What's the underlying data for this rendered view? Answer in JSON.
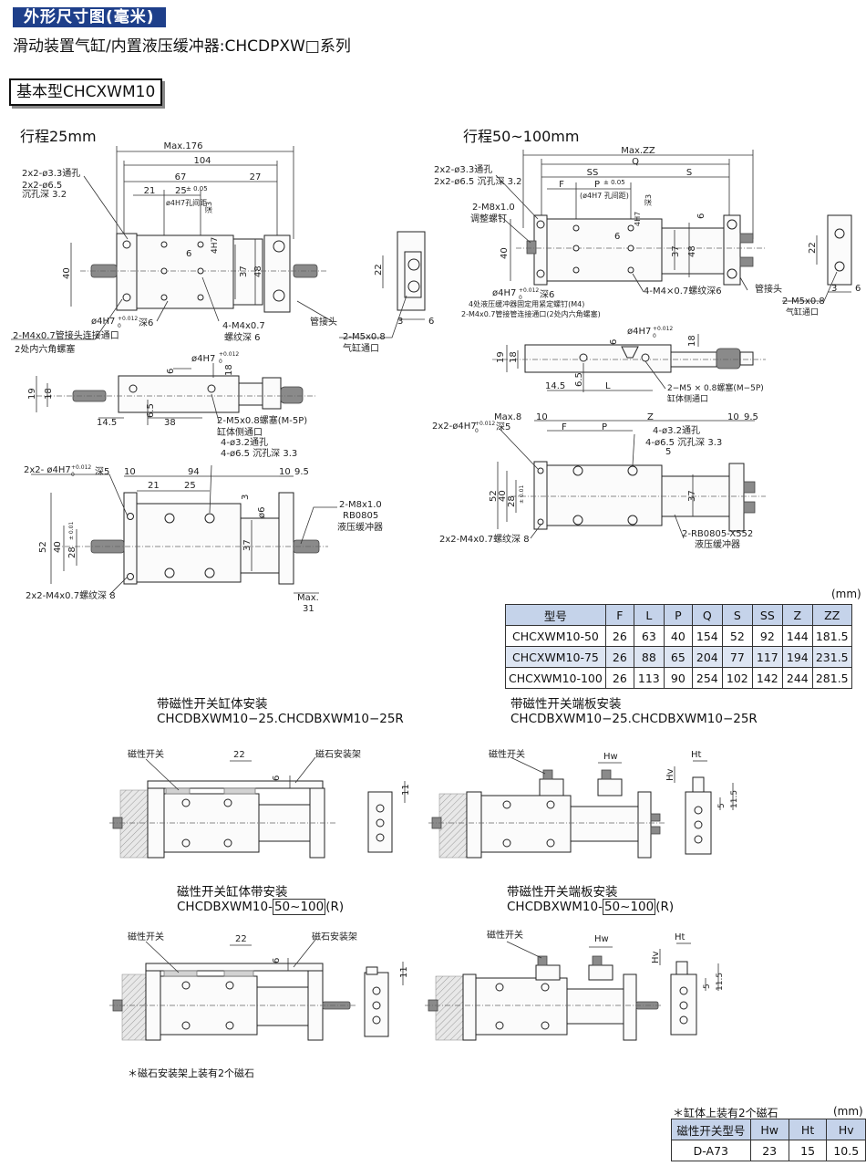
{
  "header": {
    "badge": "外形尺寸图(毫米)",
    "subtitle": "滑动装置气缸/内置液压缓冲器:CHCDPXW□系列",
    "section": "基本型CHCXWM10"
  },
  "stroke25": {
    "title": "行程25mm",
    "top_view": {
      "max_label": "Max.176",
      "d104": "104",
      "d67": "67",
      "d27": "27",
      "d21": "21",
      "d25": "25",
      "tol005": "± 0.05",
      "hole_note": "ø4H7孔间距",
      "depth3": "深3",
      "h4h7": "4H7",
      "d6": "6",
      "d40": "40",
      "d37": "37",
      "d48": "48",
      "thru_a": "2x2-ø3.3通孔",
      "thru_b": "2x2-ø6.5",
      "thru_c": "沉孔深 3.2",
      "dowel": "ø4H7",
      "dowel_tol": "+0.012",
      "dowel_zero": "0",
      "dowel_depth": "深6",
      "port_a": "2-M4x0.7管接头连接通口",
      "port_b": "2处内六角螺塞",
      "thread_a": "4-M4x0.7",
      "thread_b": "螺纹深 6",
      "fitting": "管接头",
      "port_m5a": "2-M5x0.8",
      "port_m5b": "气缸通口",
      "d22": "22",
      "d3": "3"
    },
    "side_view": {
      "dowel": "ø4H7",
      "tol": "+0.012",
      "zero": "0",
      "d6": "6",
      "d18": "18",
      "d19": "19",
      "d6_5": "6.5",
      "d14_5": "14.5",
      "d38": "38",
      "m5a": "2-M5x0.8螺塞(M-5P)",
      "m5b": "缸体侧通口"
    },
    "front_view": {
      "dowel": "2x2- ø4H7",
      "tol": "+0.012",
      "zero": "0",
      "depth5": "深5",
      "d10": "10",
      "d94": "94",
      "d10b": "10",
      "d9_5": "9.5",
      "d21": "21",
      "d25": "25",
      "thru_a": "4-ø3.2通孔",
      "thru_b": "4-ø6.5 沉孔深 3.3",
      "d3": "3",
      "d6": "ø6",
      "d52": "52",
      "d40": "40",
      "d28": "28",
      "d28tol": "± 0.01",
      "d37": "37",
      "m8a": "2-M8x1.0",
      "m8b": "RB0805",
      "m8c": "液压缓冲器",
      "thread": "2x2-M4x0.7螺纹深 8",
      "max": "Max.",
      "d31": "31"
    }
  },
  "stroke50": {
    "title": "行程50~100mm",
    "top_view": {
      "max_label": "Max.ZZ",
      "q": "Q",
      "ss": "SS",
      "s": "S",
      "f": "F",
      "p": "P",
      "tol005": "± 0.05",
      "hole_note": "(ø4H7 孔间距)",
      "h4h7": "4H7",
      "depth3": "深3",
      "thru_a": "2x2-ø3.3通孔",
      "thru_b": "2x2-ø6.5 沉孔深 3.2",
      "m8a": "2-M8x1.0",
      "m8b": "调整螺钉",
      "d6": "6",
      "d40": "40",
      "d37": "37",
      "d48": "48",
      "d6b": "6",
      "dowel": "ø4H7",
      "tol": "+0.012",
      "zero": "0",
      "depth6": "深6",
      "note_a": "4处液压缓冲器固定用紧定螺钉(M4)",
      "note_b": "2-M4x0.7管接管连接通口(2处内六角螺塞)",
      "thread": "4-M4×0.7螺纹深6",
      "fitting": "管接头",
      "d22": "22",
      "port_m5a": "2-M5x0.8",
      "port_m5b": "气缸通口",
      "d3": "3",
      "d6c": "6"
    },
    "side_view": {
      "dowel": "ø4H7",
      "tol": "+0.012",
      "zero": "0",
      "d6": "6",
      "d18": "18",
      "d19": "19",
      "d18b": "18",
      "d6_5": "6.5",
      "d14_5": "14.5",
      "l": "L",
      "m5a": "2−M5 × 0.8螺塞(M−5P)",
      "m5b": "缸体侧通口"
    },
    "front_view": {
      "dowel": "2x2-ø4H7",
      "tol": "+0.012",
      "zero": "0",
      "depth5": "深5",
      "max8": "Max.8",
      "d10": "10",
      "f": "F",
      "p": "P",
      "z": "Z",
      "d10b": "10",
      "d9_5": "9.5",
      "thru_a": "4-ø3.2通孔",
      "thru_b": "4-ø6.5 沉孔深 3.3",
      "d5": "5",
      "d52": "52",
      "d40": "40",
      "d28": "28",
      "d28tol": "± 0.01",
      "d37": "37",
      "thread": "2x2-M4x0.7螺纹深 8",
      "rb_a": "2-RB0805-X552",
      "rb_b": "液压缓冲器"
    }
  },
  "spec_table": {
    "unit": "(mm)",
    "headers": [
      "型号",
      "F",
      "L",
      "P",
      "Q",
      "S",
      "SS",
      "Z",
      "ZZ"
    ],
    "rows": [
      [
        "CHCXWM10-50",
        "26",
        "63",
        "40",
        "154",
        "52",
        "92",
        "144",
        "181.5"
      ],
      [
        "CHCXWM10-75",
        "26",
        "88",
        "65",
        "204",
        "77",
        "117",
        "194",
        "231.5"
      ],
      [
        "CHCXWM10-100",
        "26",
        "113",
        "90",
        "254",
        "102",
        "142",
        "244",
        "281.5"
      ]
    ]
  },
  "install": {
    "a": {
      "title": "带磁性开关缸体安装",
      "model": "CHCDBXWM10−25.CHCDBXWM10−25R",
      "switch_label": "磁性开关",
      "d22": "22",
      "d6": "6",
      "d11": "11",
      "bracket": "磁石安装架"
    },
    "b": {
      "title": "带磁性开关端板安装",
      "model": "CHCDBXWM10−25.CHCDBXWM10−25R",
      "switch_label": "磁性开关",
      "hw": "Hw",
      "ht": "Ht",
      "hv": "Hv",
      "d5": "5",
      "d11_5": "11.5"
    },
    "c": {
      "title": "磁性开关缸体带安装",
      "model_prefix": "CHCDBXWM10-",
      "model_box": "50~100",
      "model_suffix": "(R)",
      "switch_label": "磁性开关",
      "d22": "22",
      "d6": "6",
      "d11": "11",
      "bracket": "磁石安装架"
    },
    "d": {
      "title": "带磁性开关端板安装",
      "model_prefix": "CHCDBXWM10-",
      "model_box": "50~100",
      "model_suffix": "(R)",
      "switch_label": "磁性开关",
      "hw": "Hw",
      "ht": "Ht",
      "hv": "Hv",
      "d5": "5",
      "d11_5": "11.5"
    },
    "magnet_note": "＊磁石安装架上装有2个磁石"
  },
  "switch_table": {
    "note": "＊缸体上装有2个磁石",
    "unit": "(mm)",
    "headers": [
      "磁性开关型号",
      "Hw",
      "Ht",
      "Hv"
    ],
    "rows": [
      [
        "D-A73",
        "23",
        "15",
        "10.5"
      ]
    ]
  }
}
